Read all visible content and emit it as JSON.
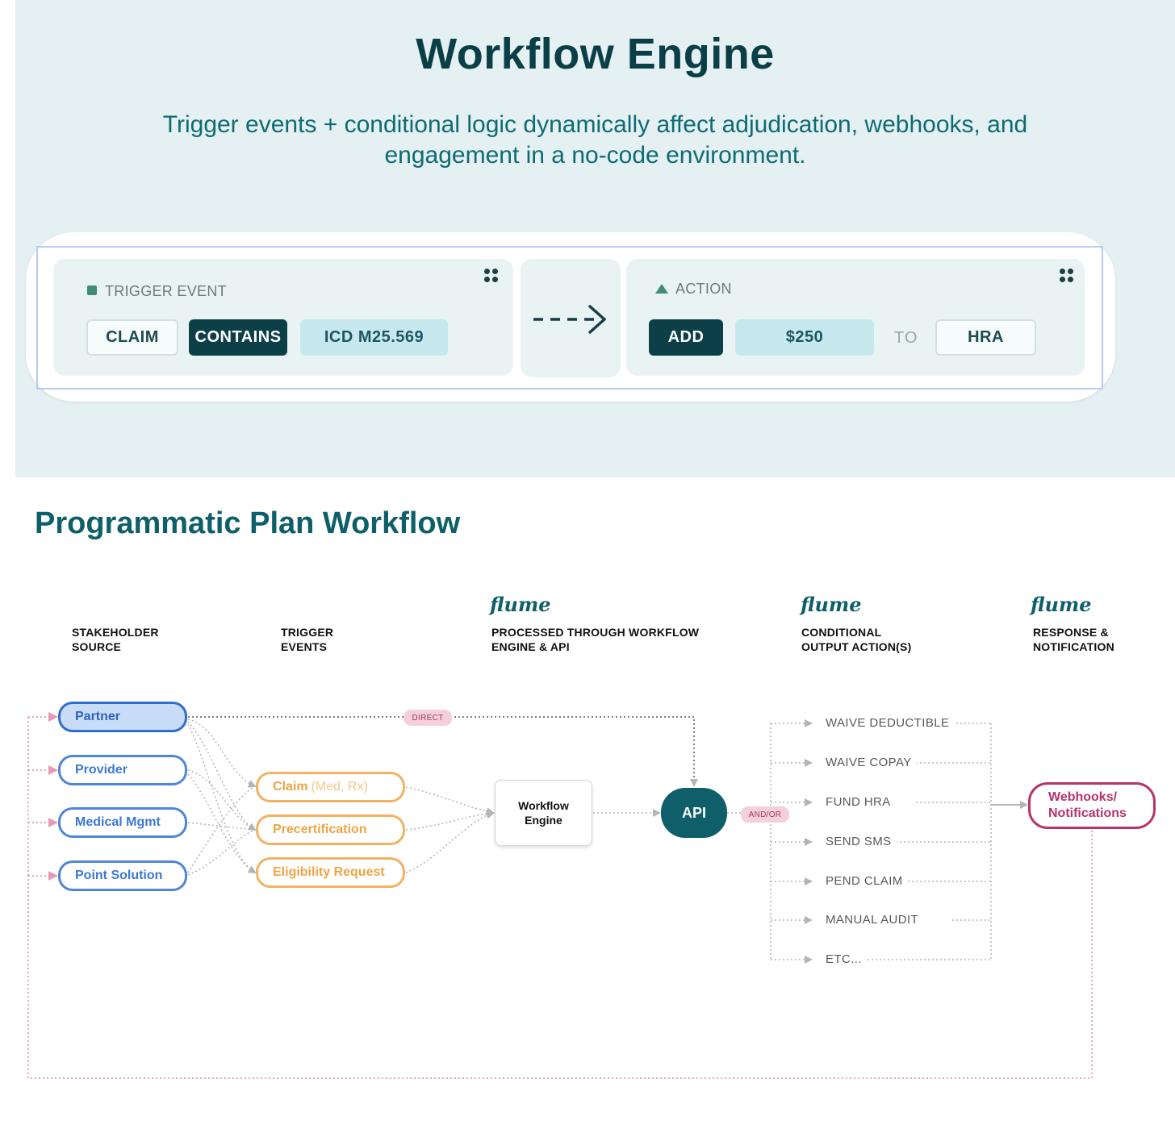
{
  "hero": {
    "title": "Workflow Engine",
    "subtitle": "Trigger events + conditional logic dynamically affect adjudication, webhooks, and engagement in a no-code environment.",
    "background": "#e4f0f1"
  },
  "builder": {
    "trigger": {
      "label": "TRIGGER EVENT",
      "chips": [
        "CLAIM",
        "CONTAINS",
        "ICD M25.569"
      ]
    },
    "action": {
      "label": "ACTION",
      "chips": [
        "ADD",
        "$250",
        "TO",
        "HRA"
      ]
    }
  },
  "workflow": {
    "title": "Programmatic Plan Workflow",
    "brand": "flume",
    "columns": {
      "stakeholder": [
        "STAKEHOLDER",
        "SOURCE"
      ],
      "trigger": [
        "TRIGGER",
        "EVENTS"
      ],
      "processed": [
        "PROCESSED THROUGH WORKFLOW",
        "ENGINE & API"
      ],
      "conditional": [
        "CONDITIONAL",
        "OUTPUT ACTION(S)"
      ],
      "response": [
        "RESPONSE &",
        "NOTIFICATION"
      ]
    },
    "stakeholders": [
      "Partner",
      "Provider",
      "Medical Mgmt",
      "Point Solution"
    ],
    "trigger_events": [
      {
        "label": "Claim",
        "detail": "(Med, Rx)"
      },
      {
        "label": "Precertification",
        "detail": ""
      },
      {
        "label": "Eligibility Request",
        "detail": ""
      }
    ],
    "engine": [
      "Workflow",
      "Engine"
    ],
    "api": "API",
    "direct_label": "DIRECT",
    "andor_label": "AND/OR",
    "outputs": [
      "WAIVE DEDUCTIBLE",
      "WAIVE COPAY",
      "FUND HRA",
      "SEND SMS",
      "PEND CLAIM",
      "MANUAL AUDIT",
      "ETC..."
    ],
    "response": [
      "Webhooks/",
      "Notifications"
    ],
    "colors": {
      "stakeholder": "#4f86d8",
      "trigger": "#f2b261",
      "api": "#0e5f69",
      "response": "#b8336a",
      "connector": "#b8b8b8",
      "feedback": "#d88aa6"
    }
  }
}
